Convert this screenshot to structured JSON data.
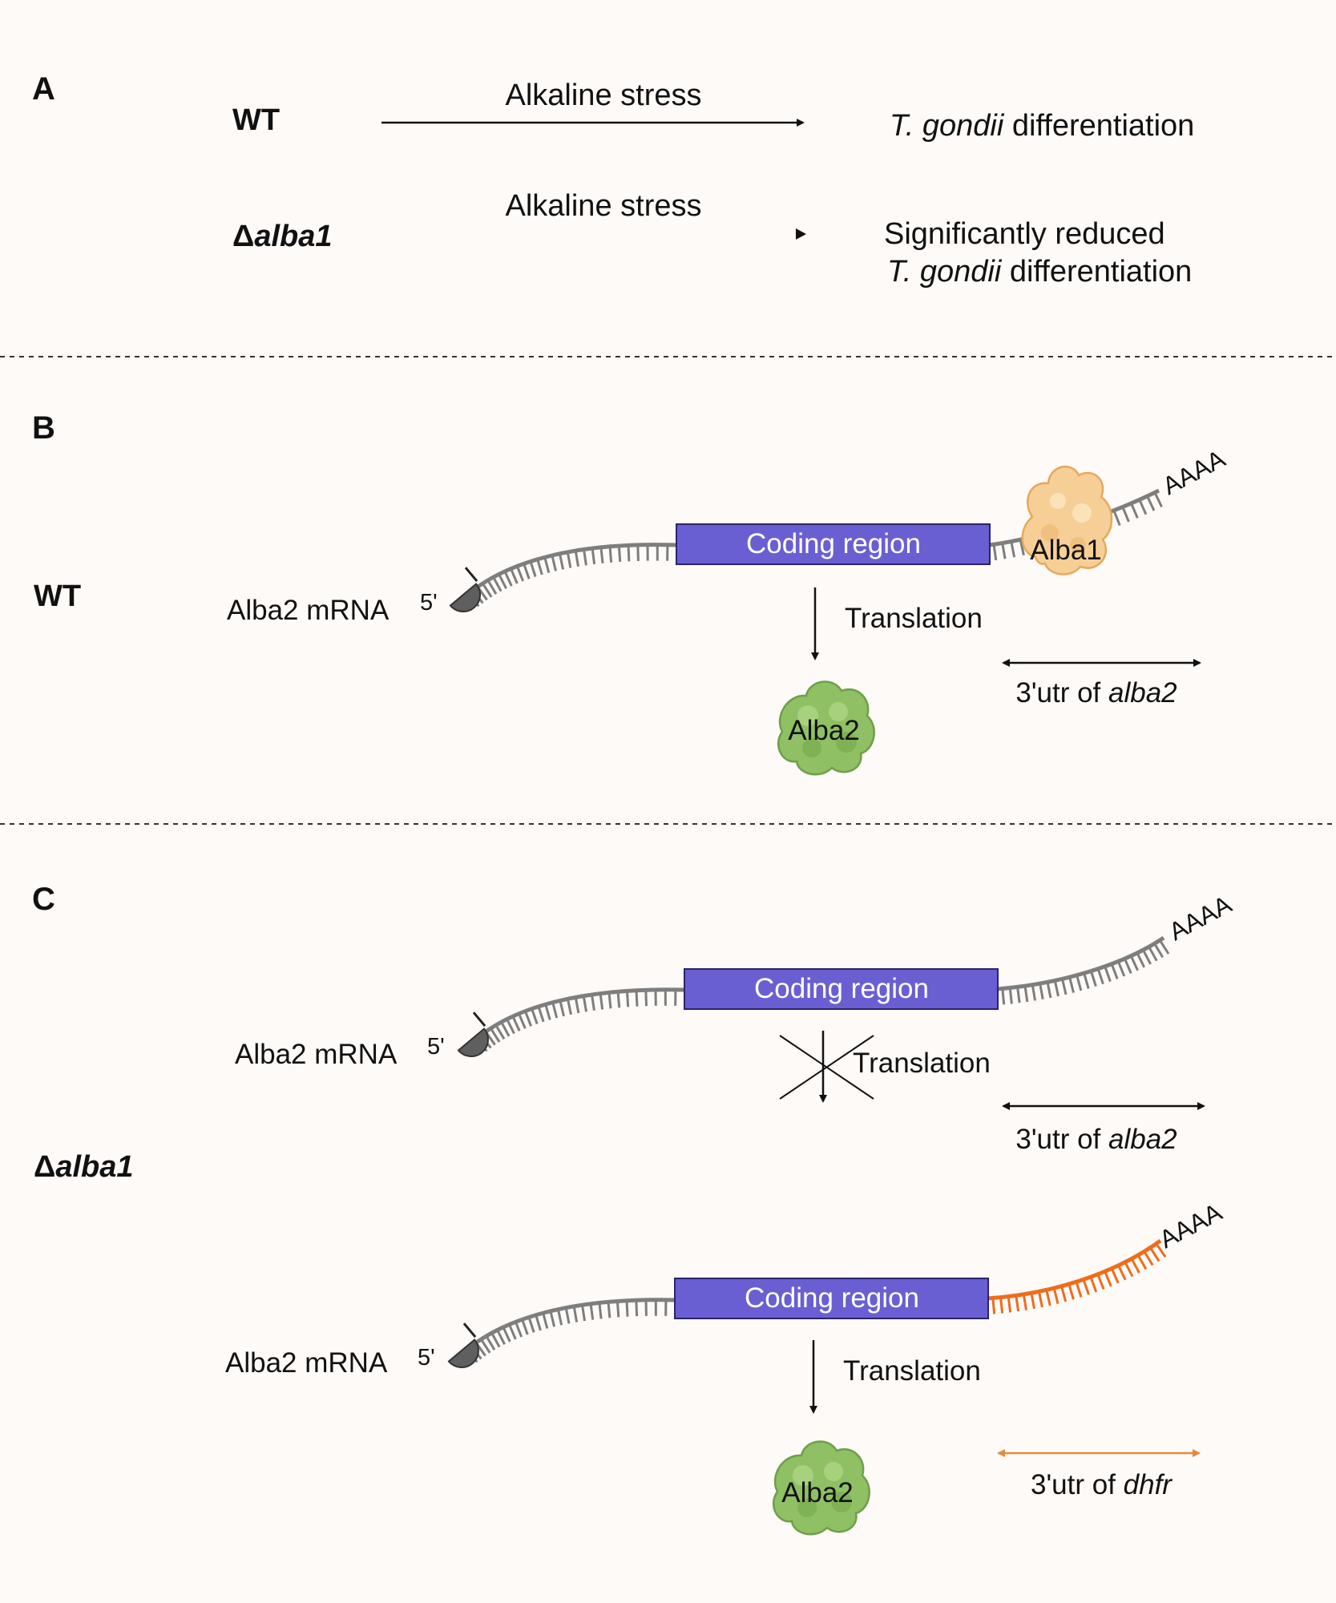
{
  "panel_a": {
    "letter": "A",
    "wt": {
      "genotype": "WT",
      "stimulus": "Alkaline stress",
      "outcome_italic": "T. gondii",
      "outcome_rest": " differentiation"
    },
    "ko": {
      "genotype_symbol": "Δ",
      "genotype_name": "alba1",
      "stimulus": "Alkaline stress",
      "outcome_line1": "Significantly reduced",
      "outcome_italic": "T. gondii",
      "outcome_rest": " differentiation"
    }
  },
  "panel_b": {
    "letter": "B",
    "genotype": "WT",
    "mrna_label": "Alba2 mRNA",
    "five_prime": "5'",
    "coding": "Coding region",
    "polyA": "AAAA",
    "binding_protein": "Alba1",
    "translation": "Translation",
    "product": "Alba2",
    "utr_prefix": "3'utr of ",
    "utr_gene": "alba2"
  },
  "panel_c": {
    "letter": "C",
    "genotype_symbol": "Δ",
    "genotype_name": "alba1",
    "top": {
      "mrna_label": "Alba2 mRNA",
      "five_prime": "5'",
      "coding": "Coding region",
      "polyA": "AAAA",
      "translation": "Translation",
      "utr_prefix": "3'utr of ",
      "utr_gene": "alba2"
    },
    "bottom": {
      "mrna_label": "Alba2 mRNA",
      "five_prime": "5'",
      "coding": "Coding region",
      "polyA": "AAAA",
      "translation": "Translation",
      "product": "Alba2",
      "utr_prefix": "3'utr of ",
      "utr_gene": "dhfr"
    }
  },
  "colors": {
    "background": "#fdfaf8",
    "coding_region": "#6a5fd2",
    "mrna_strand": "#7e7e7e",
    "dhfr_utr": "#ef6c1c",
    "dhfr_arrow": "#e48a3a",
    "alba1_protein": "#f6cf97",
    "alba2_protein": "#8fc064",
    "cap": "#5f5f5f"
  }
}
